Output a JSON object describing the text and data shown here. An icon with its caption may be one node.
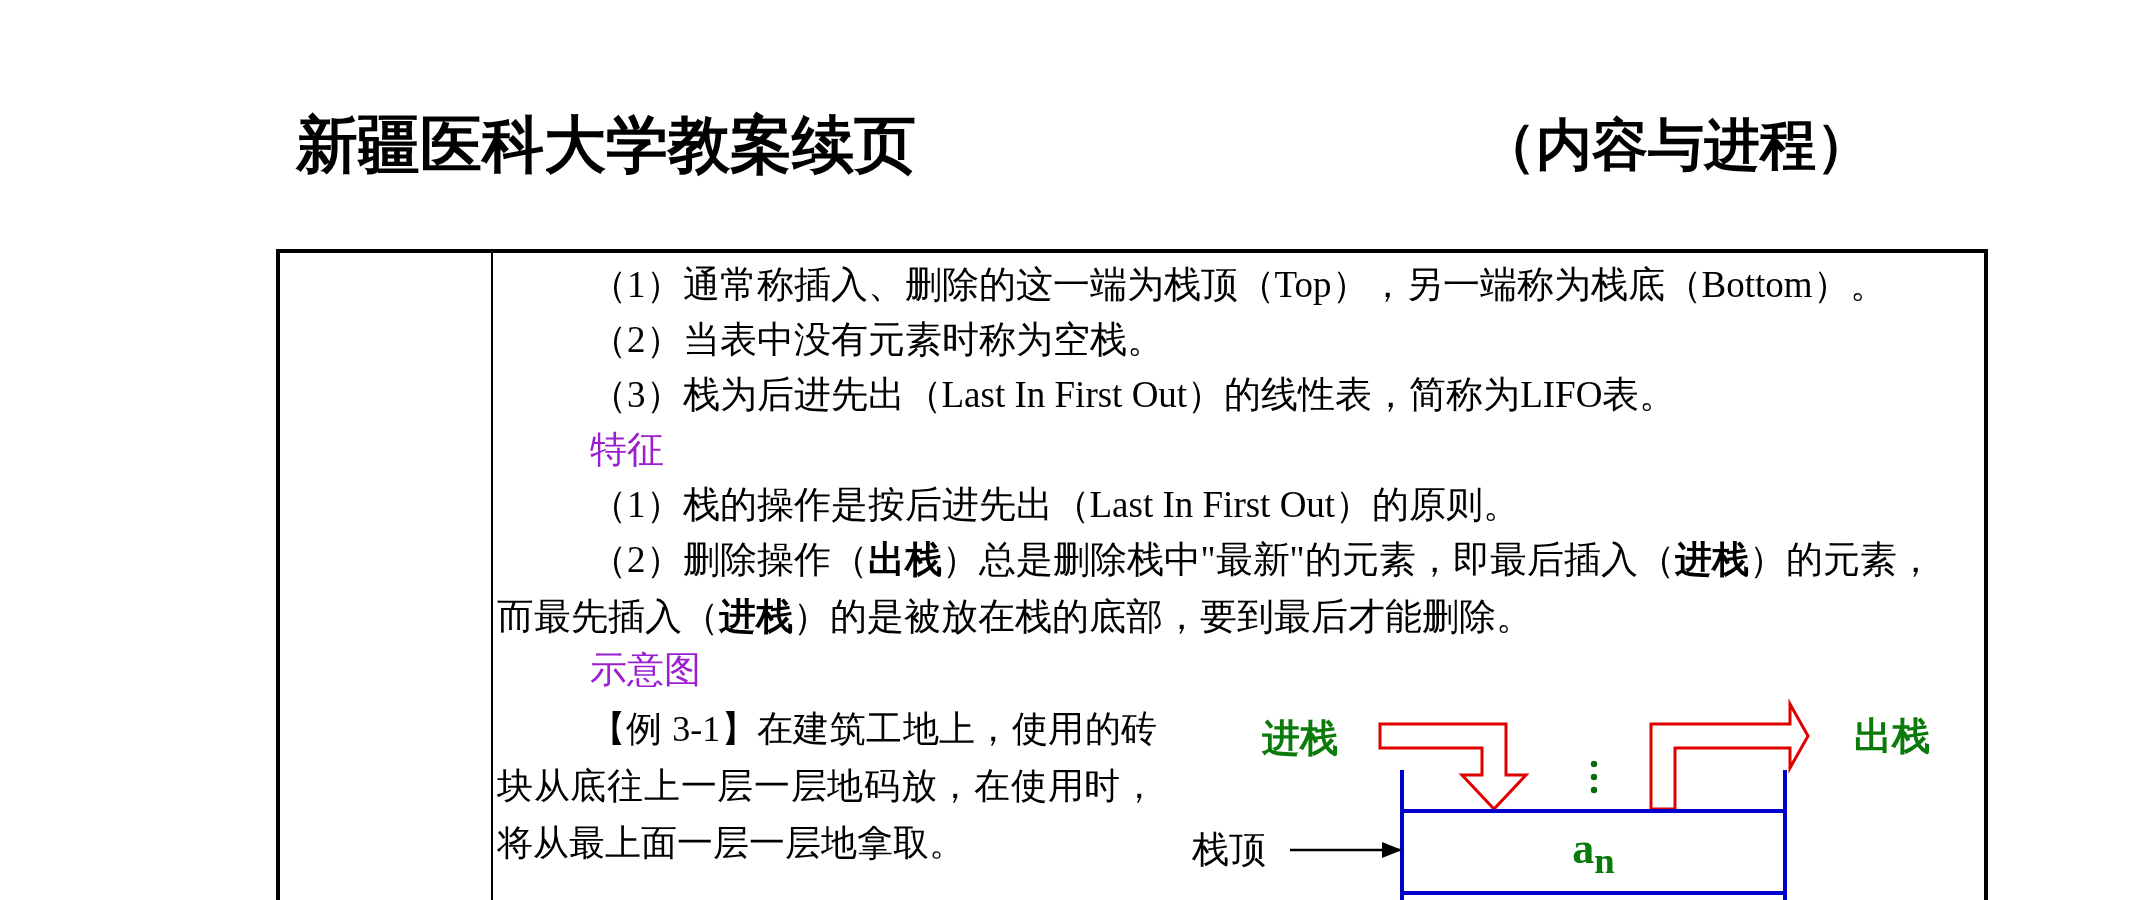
{
  "diagram": {
    "title": "新疆医科大学教案续页",
    "nodes": [
      {
        "text": [
          "进栈"
        ]
      },
      {
        "text": [
          "出栈"
        ]
      },
      {
        "text": [
          "栈顶"
        ]
      },
      {
        "text": [
          "a$_{n}$"
        ]
      }
    ],
    "edges": [
      {
        "from": 0,
        "to": 3,
        "arrow": "to",
        "style": "thick",
        "color": "#e00000"
      },
      {
        "from": 3,
        "to": 1,
        "arrow": "to",
        "style": "thick",
        "color": "#e00000"
      },
      {
        "from": 2,
        "to": 3,
        "arrow": "to",
        "color": "#000000"
      }
    ],
    "labels": [
      "（内容与进程）",
      "（1）通常称插入、删除的这一端为栈顶（Top），另一端称为栈底（Bottom）。",
      "（2）当表中没有元素时称为空栈。",
      "（3）栈为后进先出（Last In First Out）的线性表，简称为LIFO表。",
      "特征",
      "（1）栈的操作是按后进先出（Last In First Out）的原则。",
      "（2）删除操作（**出栈**）总是删除栈中\"最新\"的元素，即最后插入（**进栈**）的元素，而最先插入（**进栈**）的是被放在栈的底部，要到最后才能删除。",
      "示意图",
      "【例 3-1】在建筑工地上，使用的砖块从底往上一层一层地码放，在使用时，将从最上面一层一层地拿取。"
    ]
  }
}
